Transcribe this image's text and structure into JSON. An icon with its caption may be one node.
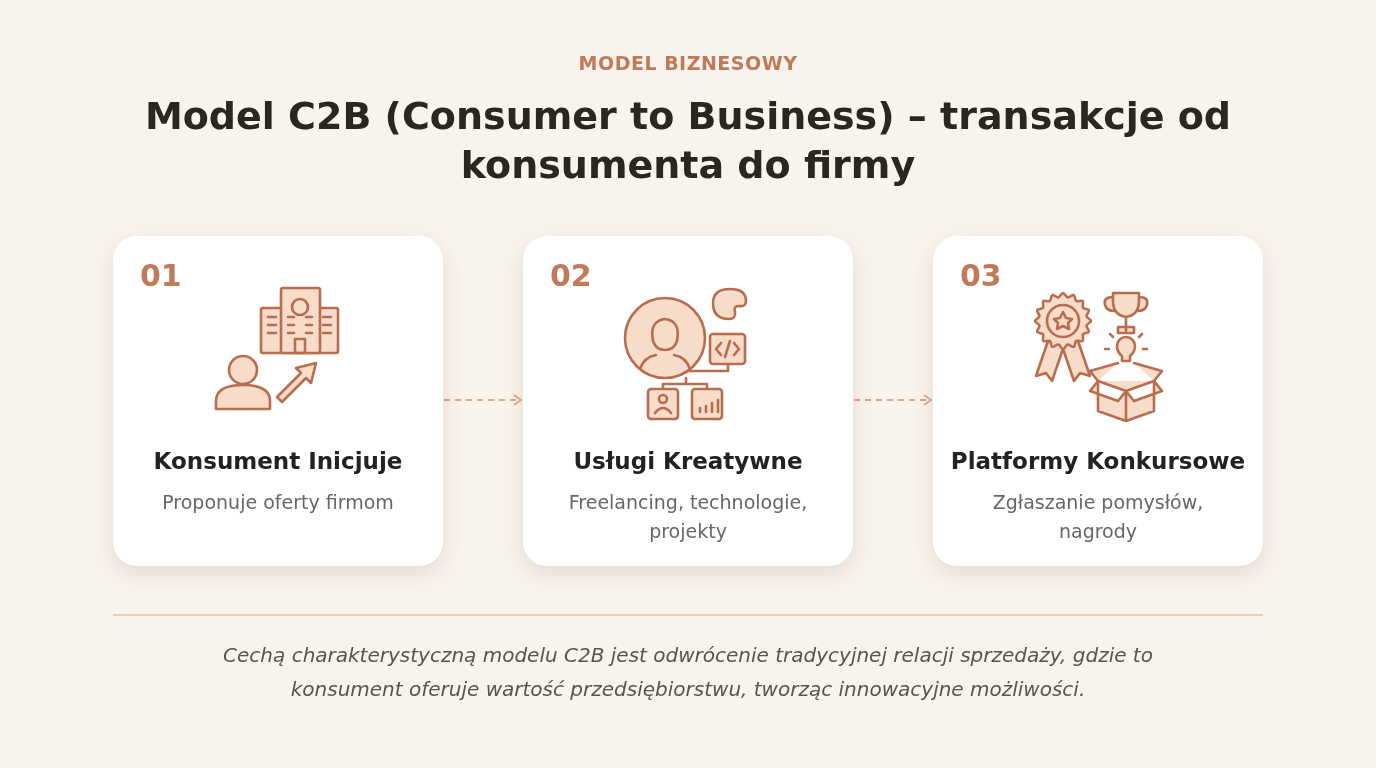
{
  "diagram": {
    "title": "Model C2B (Consumer to Business) – transakcje od konsumenta do firmy",
    "caption": "Cechą charakterystyczną modelu C2B jest odwrócenie tradycyjnej relacji sprzedaży, gdzie to konsument oferuje wartość przedsiębiorstwu, tworząc innowacyjne możliwości.",
    "nodes": [
      {
        "text": [
          "01",
          "Konsument Inicjuje",
          "Proponuje oferty firmom"
        ]
      },
      {
        "text": [
          "02",
          "Usługi Kreatywne",
          "Freelancing, technologie, projekty"
        ]
      },
      {
        "text": [
          "03",
          "Platformy Konkursowe",
          "Zgłaszanie pomysłów, nagrody"
        ]
      }
    ],
    "edges": [
      {
        "from": 0,
        "to": 1,
        "arrow": "to",
        "style": "dashed"
      },
      {
        "from": 1,
        "to": 2,
        "arrow": "to",
        "style": "dashed"
      }
    ],
    "labels": [
      "MODEL BIZNESOWY"
    ]
  }
}
